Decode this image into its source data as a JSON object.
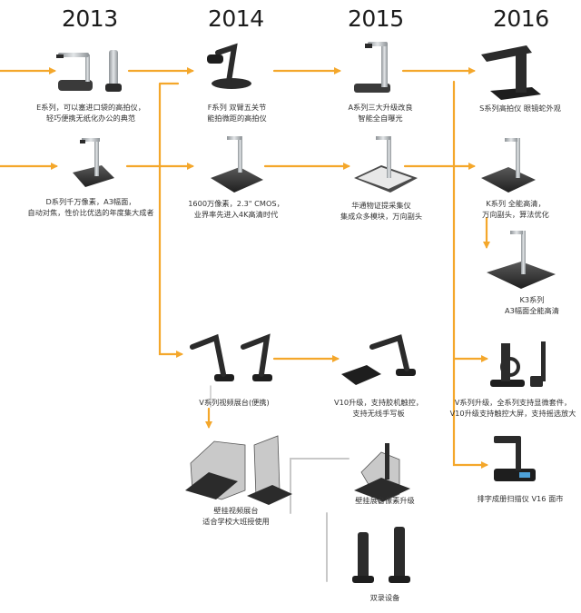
{
  "years": [
    "2013",
    "2014",
    "2015",
    "2016"
  ],
  "colors": {
    "connector": "#f4a72b",
    "device": "#2b2b2b",
    "metal": "#b9bec2",
    "base": "#3a3a3a",
    "text": "#333333"
  },
  "products": [
    {
      "id": "e-series",
      "lines": [
        "E系列，可以塞进口袋的高拍仪，",
        "轻巧便携无纸化办公的典范"
      ]
    },
    {
      "id": "d-series",
      "lines": [
        "D系列千万像素，A3幅面，",
        "自动对焦，性价比优选的年度集大成者"
      ]
    },
    {
      "id": "f-series",
      "lines": [
        "F系列 双臂五关节",
        "能拍微距的高拍仪"
      ]
    },
    {
      "id": "cmos-16mp",
      "lines": [
        "1600万像素，2.3\" CMOS，",
        "业界率先进入4K高清时代"
      ]
    },
    {
      "id": "a-series",
      "lines": [
        "A系列三大升级改良",
        "智能全自曝光"
      ]
    },
    {
      "id": "document-scanner",
      "lines": [
        "华通物证提采集仪",
        "集成众多模块，万向副头"
      ]
    },
    {
      "id": "s-series",
      "lines": [
        "S系列高拍仪 眼镜蛇外观"
      ]
    },
    {
      "id": "k-series",
      "lines": [
        "K系列 全能高清，",
        "万向副头，算法优化"
      ]
    },
    {
      "id": "k3-series",
      "lines": [
        "K3系列",
        "A3幅面全能高清"
      ]
    },
    {
      "id": "v-series",
      "lines": [
        "V系列视频展台(便携)"
      ]
    },
    {
      "id": "v10",
      "lines": [
        "V10升级，支持胶机触控，",
        "支持无线手写板"
      ]
    },
    {
      "id": "v-upgrade",
      "lines": [
        "V系列升级，全系列支持显微套件，",
        "V10升级支持触控大屏，支持摇选放大"
      ]
    },
    {
      "id": "wall-booth",
      "lines": [
        "壁挂视频展台",
        "适合学校大班授使用"
      ]
    },
    {
      "id": "wall-upgrade",
      "lines": [
        "壁挂展台像素升级"
      ]
    },
    {
      "id": "v16",
      "lines": [
        "排字成册扫描仪 V16 面市"
      ]
    },
    {
      "id": "dual-device",
      "lines": [
        "双录设备"
      ]
    }
  ]
}
